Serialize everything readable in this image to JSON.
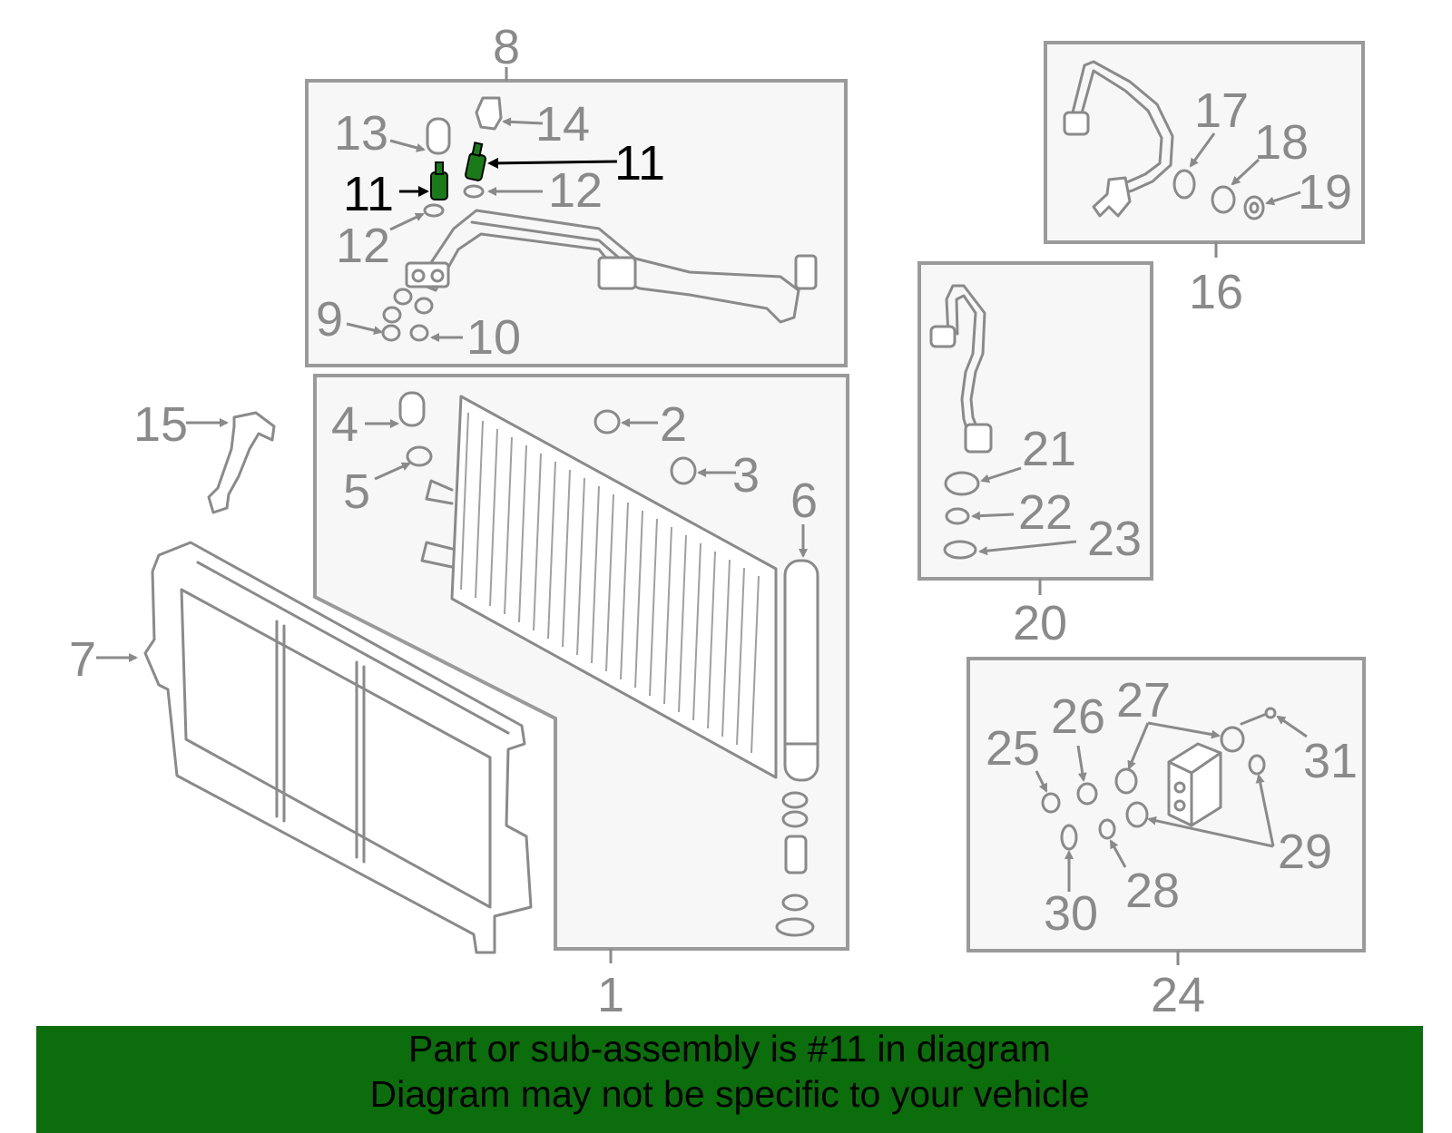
{
  "diagram": {
    "highlight_color": "#1a7a1a",
    "highlighted_part": "11",
    "callouts": {
      "c1": "1",
      "c2": "2",
      "c3": "3",
      "c4": "4",
      "c5": "5",
      "c6": "6",
      "c7": "7",
      "c8": "8",
      "c9": "9",
      "c10": "10",
      "c11a": "11",
      "c11b": "11",
      "c12a": "12",
      "c12b": "12",
      "c13": "13",
      "c14": "14",
      "c15": "15",
      "c16": "16",
      "c17": "17",
      "c18": "18",
      "c19": "19",
      "c20": "20",
      "c21": "21",
      "c22": "22",
      "c23": "23",
      "c24": "24",
      "c25": "25",
      "c26": "26",
      "c27": "27",
      "c28": "28",
      "c29": "29",
      "c30": "30",
      "c31": "31"
    }
  },
  "banner": {
    "line1": "Part or sub-assembly is #11 in diagram",
    "line2": "Diagram may not be specific to your vehicle",
    "background": "#0b6d0b"
  }
}
